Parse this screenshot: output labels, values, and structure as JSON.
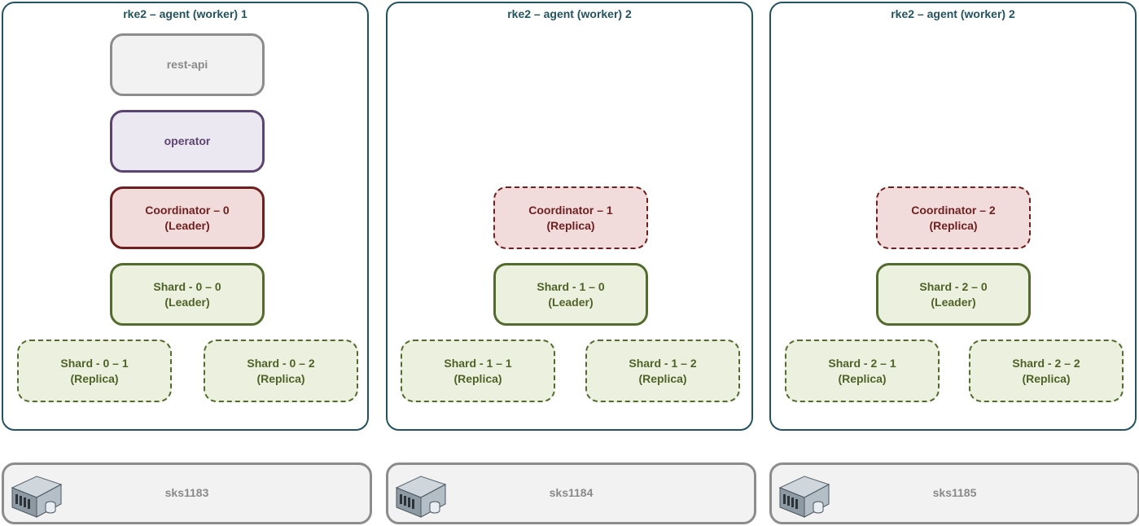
{
  "workers": [
    {
      "title": "rke2 – agent (worker) 1",
      "rest_api": "rest-api",
      "operator": "operator",
      "coordinator": {
        "name": "Coordinator – 0",
        "role": "(Leader)"
      },
      "shards": [
        {
          "name": "Shard - 0 – 0",
          "role": "(Leader)"
        },
        {
          "name": "Shard - 0 – 1",
          "role": "(Replica)"
        },
        {
          "name": "Shard - 0 – 2",
          "role": "(Replica)"
        }
      ]
    },
    {
      "title": "rke2 – agent (worker) 2",
      "coordinator": {
        "name": "Coordinator – 1",
        "role": "(Replica)"
      },
      "shards": [
        {
          "name": "Shard - 1 – 0",
          "role": "(Leader)"
        },
        {
          "name": "Shard - 1 – 1",
          "role": "(Replica)"
        },
        {
          "name": "Shard - 1 – 2",
          "role": "(Replica)"
        }
      ]
    },
    {
      "title": "rke2 – agent (worker) 2",
      "coordinator": {
        "name": "Coordinator – 2",
        "role": "(Replica)"
      },
      "shards": [
        {
          "name": "Shard - 2 – 0",
          "role": "(Leader)"
        },
        {
          "name": "Shard - 2 – 1",
          "role": "(Replica)"
        },
        {
          "name": "Shard - 2 – 2",
          "role": "(Replica)"
        }
      ]
    }
  ],
  "servers": [
    {
      "name": "sks1183",
      "icon": "server-icon"
    },
    {
      "name": "sks1184",
      "icon": "server-icon"
    },
    {
      "name": "sks1185",
      "icon": "server-icon"
    }
  ],
  "colors": {
    "worker_border": "#23535f",
    "rest_api": "#8c8c8c",
    "operator": "#5c4470",
    "coordinator": "#6e1f1f",
    "shard": "#536b2d"
  }
}
